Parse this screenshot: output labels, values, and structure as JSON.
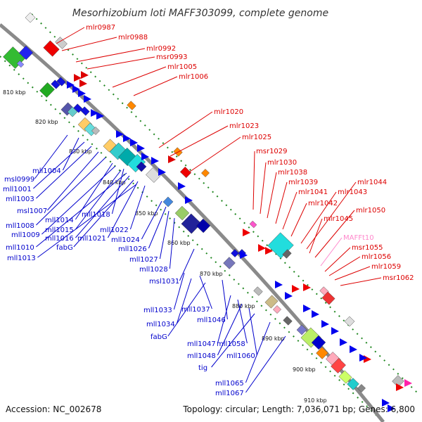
{
  "title": "Mesorhizobium loti MAFF303099, complete genome",
  "accession": "Accession: NC_002678",
  "summary": "Topology: circular; Length: 7,036,071 bp; Genes: 6,800",
  "colors": {
    "forward_label": "#dd0000",
    "reverse_label": "#0000cc",
    "trna_label": "#ff88cc",
    "backbone": "#8a8a8a",
    "ticks": "#228822"
  },
  "kbp_ticks": [
    "810 kbp",
    "820 kbp",
    "830 kbp",
    "840 kbp",
    "850 kbp",
    "860 kbp",
    "870 kbp",
    "880 kbp",
    "890 kbp",
    "900 kbp",
    "910 kbp"
  ],
  "forward_labels": [
    "mlr0987",
    "mlr0988",
    "mlr0992",
    "msr0993",
    "mlr1005",
    "mlr1006",
    "mlr1020",
    "mlr1023",
    "mlr1025",
    "msr1029",
    "mlr1030",
    "mlr1038",
    "mlr1039",
    "mlr1041",
    "mlr1042",
    "mlr1043",
    "mlr1044",
    "mlr1045",
    "mlr1050",
    "MAFFt10",
    "msr1055",
    "mlr1056",
    "mlr1059",
    "msr1062"
  ],
  "reverse_labels": [
    "msl0999",
    "mll1004",
    "mll1001",
    "mll1003",
    "msl1007",
    "mll1008",
    "mll1014",
    "mll1018",
    "mll1009",
    "mll1015",
    "mll1010",
    "mll1016",
    "fabG",
    "mll1021",
    "mll1022",
    "mll1013",
    "mll1024",
    "mll1026",
    "mll1027",
    "mll1028",
    "msl1031",
    "mll1033",
    "mll1037",
    "mll1034",
    "mll1046",
    "fabG",
    "mll1047",
    "mll1058",
    "mll1048",
    "mll1060",
    "tig",
    "mll1065",
    "mll1067"
  ]
}
